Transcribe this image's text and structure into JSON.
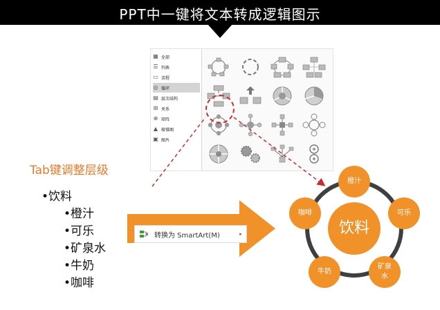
{
  "banner": {
    "title": "PPT中一键将文本转成逻辑图示"
  },
  "dialog": {
    "categories": [
      {
        "label": "全部",
        "icon": "grid-icon"
      },
      {
        "label": "列表",
        "icon": "list-icon"
      },
      {
        "label": "流程",
        "icon": "process-icon"
      },
      {
        "label": "循环",
        "icon": "cycle-icon",
        "selected": true
      },
      {
        "label": "层次结构",
        "icon": "hierarchy-icon"
      },
      {
        "label": "关系",
        "icon": "relationship-icon"
      },
      {
        "label": "矩阵",
        "icon": "matrix-icon"
      },
      {
        "label": "棱锥图",
        "icon": "pyramid-icon"
      },
      {
        "label": "图片",
        "icon": "picture-icon"
      }
    ]
  },
  "hint": {
    "text": "Tab键调整层级"
  },
  "outline": {
    "items": [
      "•饮料",
      "•橙汁",
      "•可乐",
      "•矿泉水",
      "•牛奶",
      "•咖啡"
    ]
  },
  "context_menu": {
    "label": "转换为 SmartArt(M)",
    "chevron": "▸"
  },
  "diagram": {
    "center": "饮料",
    "nodes": [
      "橙汁",
      "可乐",
      "矿泉\n水",
      "牛奶",
      "咖啡"
    ],
    "colors": {
      "node": "#f0912a",
      "ring": "#3f3f3f",
      "arrow": "#c62f2f"
    }
  }
}
